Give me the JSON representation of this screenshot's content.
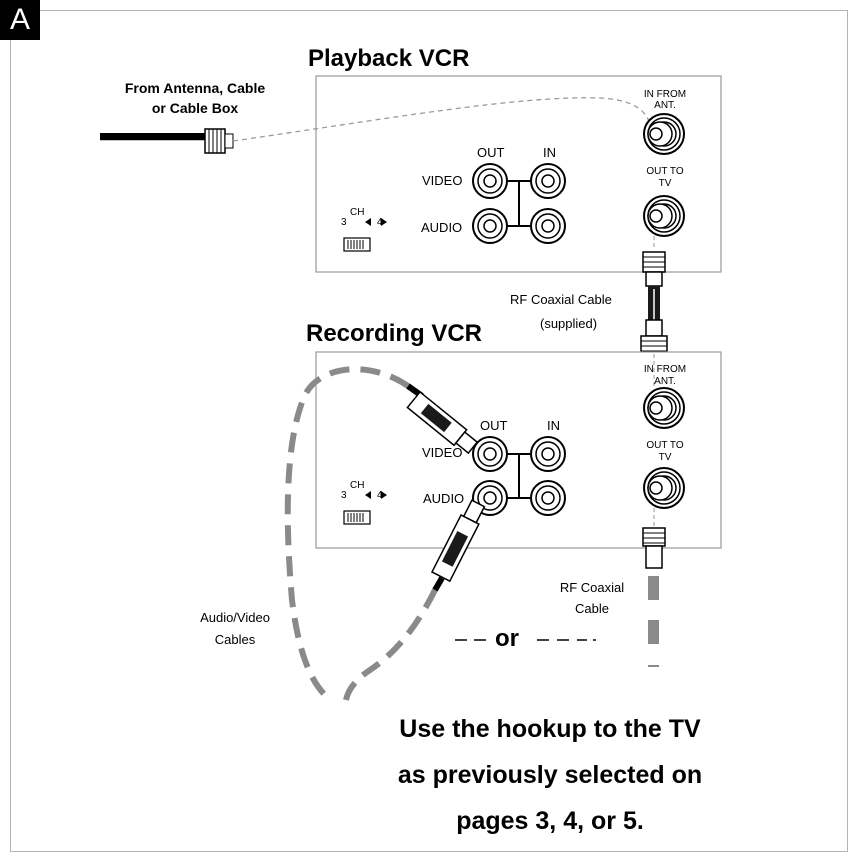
{
  "badge": "A",
  "playback": {
    "title": "Playback VCR",
    "source_label_line1": "From Antenna, Cable",
    "source_label_line2": "or Cable Box",
    "out_label": "OUT",
    "in_label": "IN",
    "video_label": "VIDEO",
    "audio_label": "AUDIO",
    "ch_label": "CH",
    "ch_3": "3",
    "ch_4": "4",
    "in_from_ant_line1": "IN FROM",
    "in_from_ant_line2": "ANT.",
    "out_to_tv_line1": "OUT TO",
    "out_to_tv_line2": "TV"
  },
  "coax_cable": {
    "line1": "RF Coaxial Cable",
    "line2": "(supplied)"
  },
  "recording": {
    "title": "Recording VCR",
    "out_label": "OUT",
    "in_label": "IN",
    "video_label": "VIDEO",
    "audio_label": "AUDIO",
    "ch_label": "CH",
    "ch_3": "3",
    "ch_4": "4",
    "in_from_ant_line1": "IN FROM",
    "in_from_ant_line2": "ANT.",
    "out_to_tv_line1": "OUT TO",
    "out_to_tv_line2": "TV"
  },
  "av_cables": {
    "line1": "Audio/Video",
    "line2": "Cables"
  },
  "rf_coaxial": {
    "line1": "RF Coaxial",
    "line2": "Cable"
  },
  "or_label": "or",
  "instruction": {
    "line1": "Use the hookup to the TV",
    "line2": "as previously selected on",
    "line3": "pages 3, 4, or 5."
  },
  "colors": {
    "cable_gray": "#8a8a8a",
    "panel_border": "#9a9a9a",
    "frame_border": "#b5b5b5",
    "badge_bg": "#000000"
  }
}
